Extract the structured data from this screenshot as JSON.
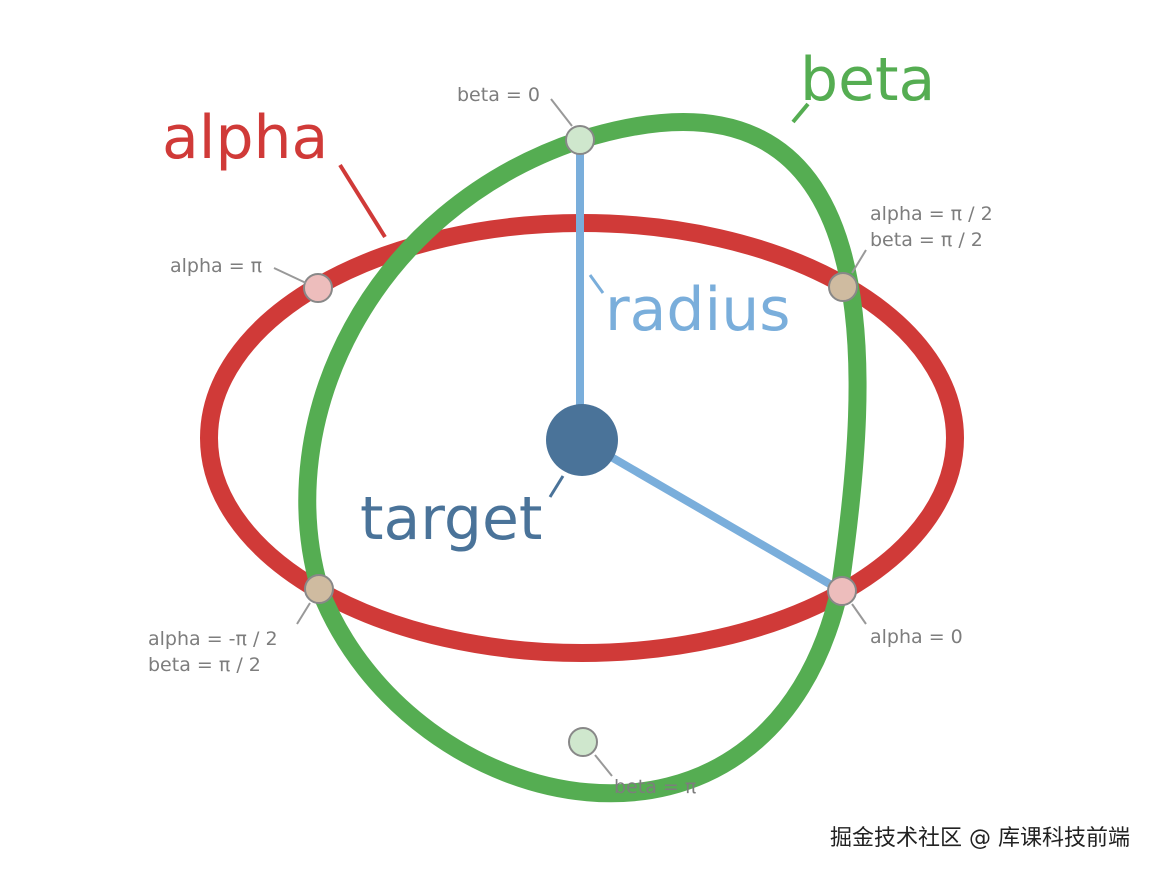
{
  "labels": {
    "alpha": "alpha",
    "beta": "beta",
    "radius": "radius",
    "target": "target",
    "beta_0": "beta = 0",
    "alpha_pi": "alpha = π",
    "alpha_pi2": "alpha = π / 2",
    "beta_pi2": "beta = π / 2",
    "alpha_neg_pi2": "alpha = -π / 2",
    "beta_pi2_b": "beta = π / 2",
    "alpha_0": "alpha = 0",
    "beta_pi": "beta = π"
  },
  "watermark": "掘金技术社区 @ 库课科技前端",
  "colors": {
    "alpha": "#d03a38",
    "beta": "#55ad52",
    "radius": "#7aaedb",
    "target": "#4a7399",
    "annotation": "#7d7d7d"
  }
}
